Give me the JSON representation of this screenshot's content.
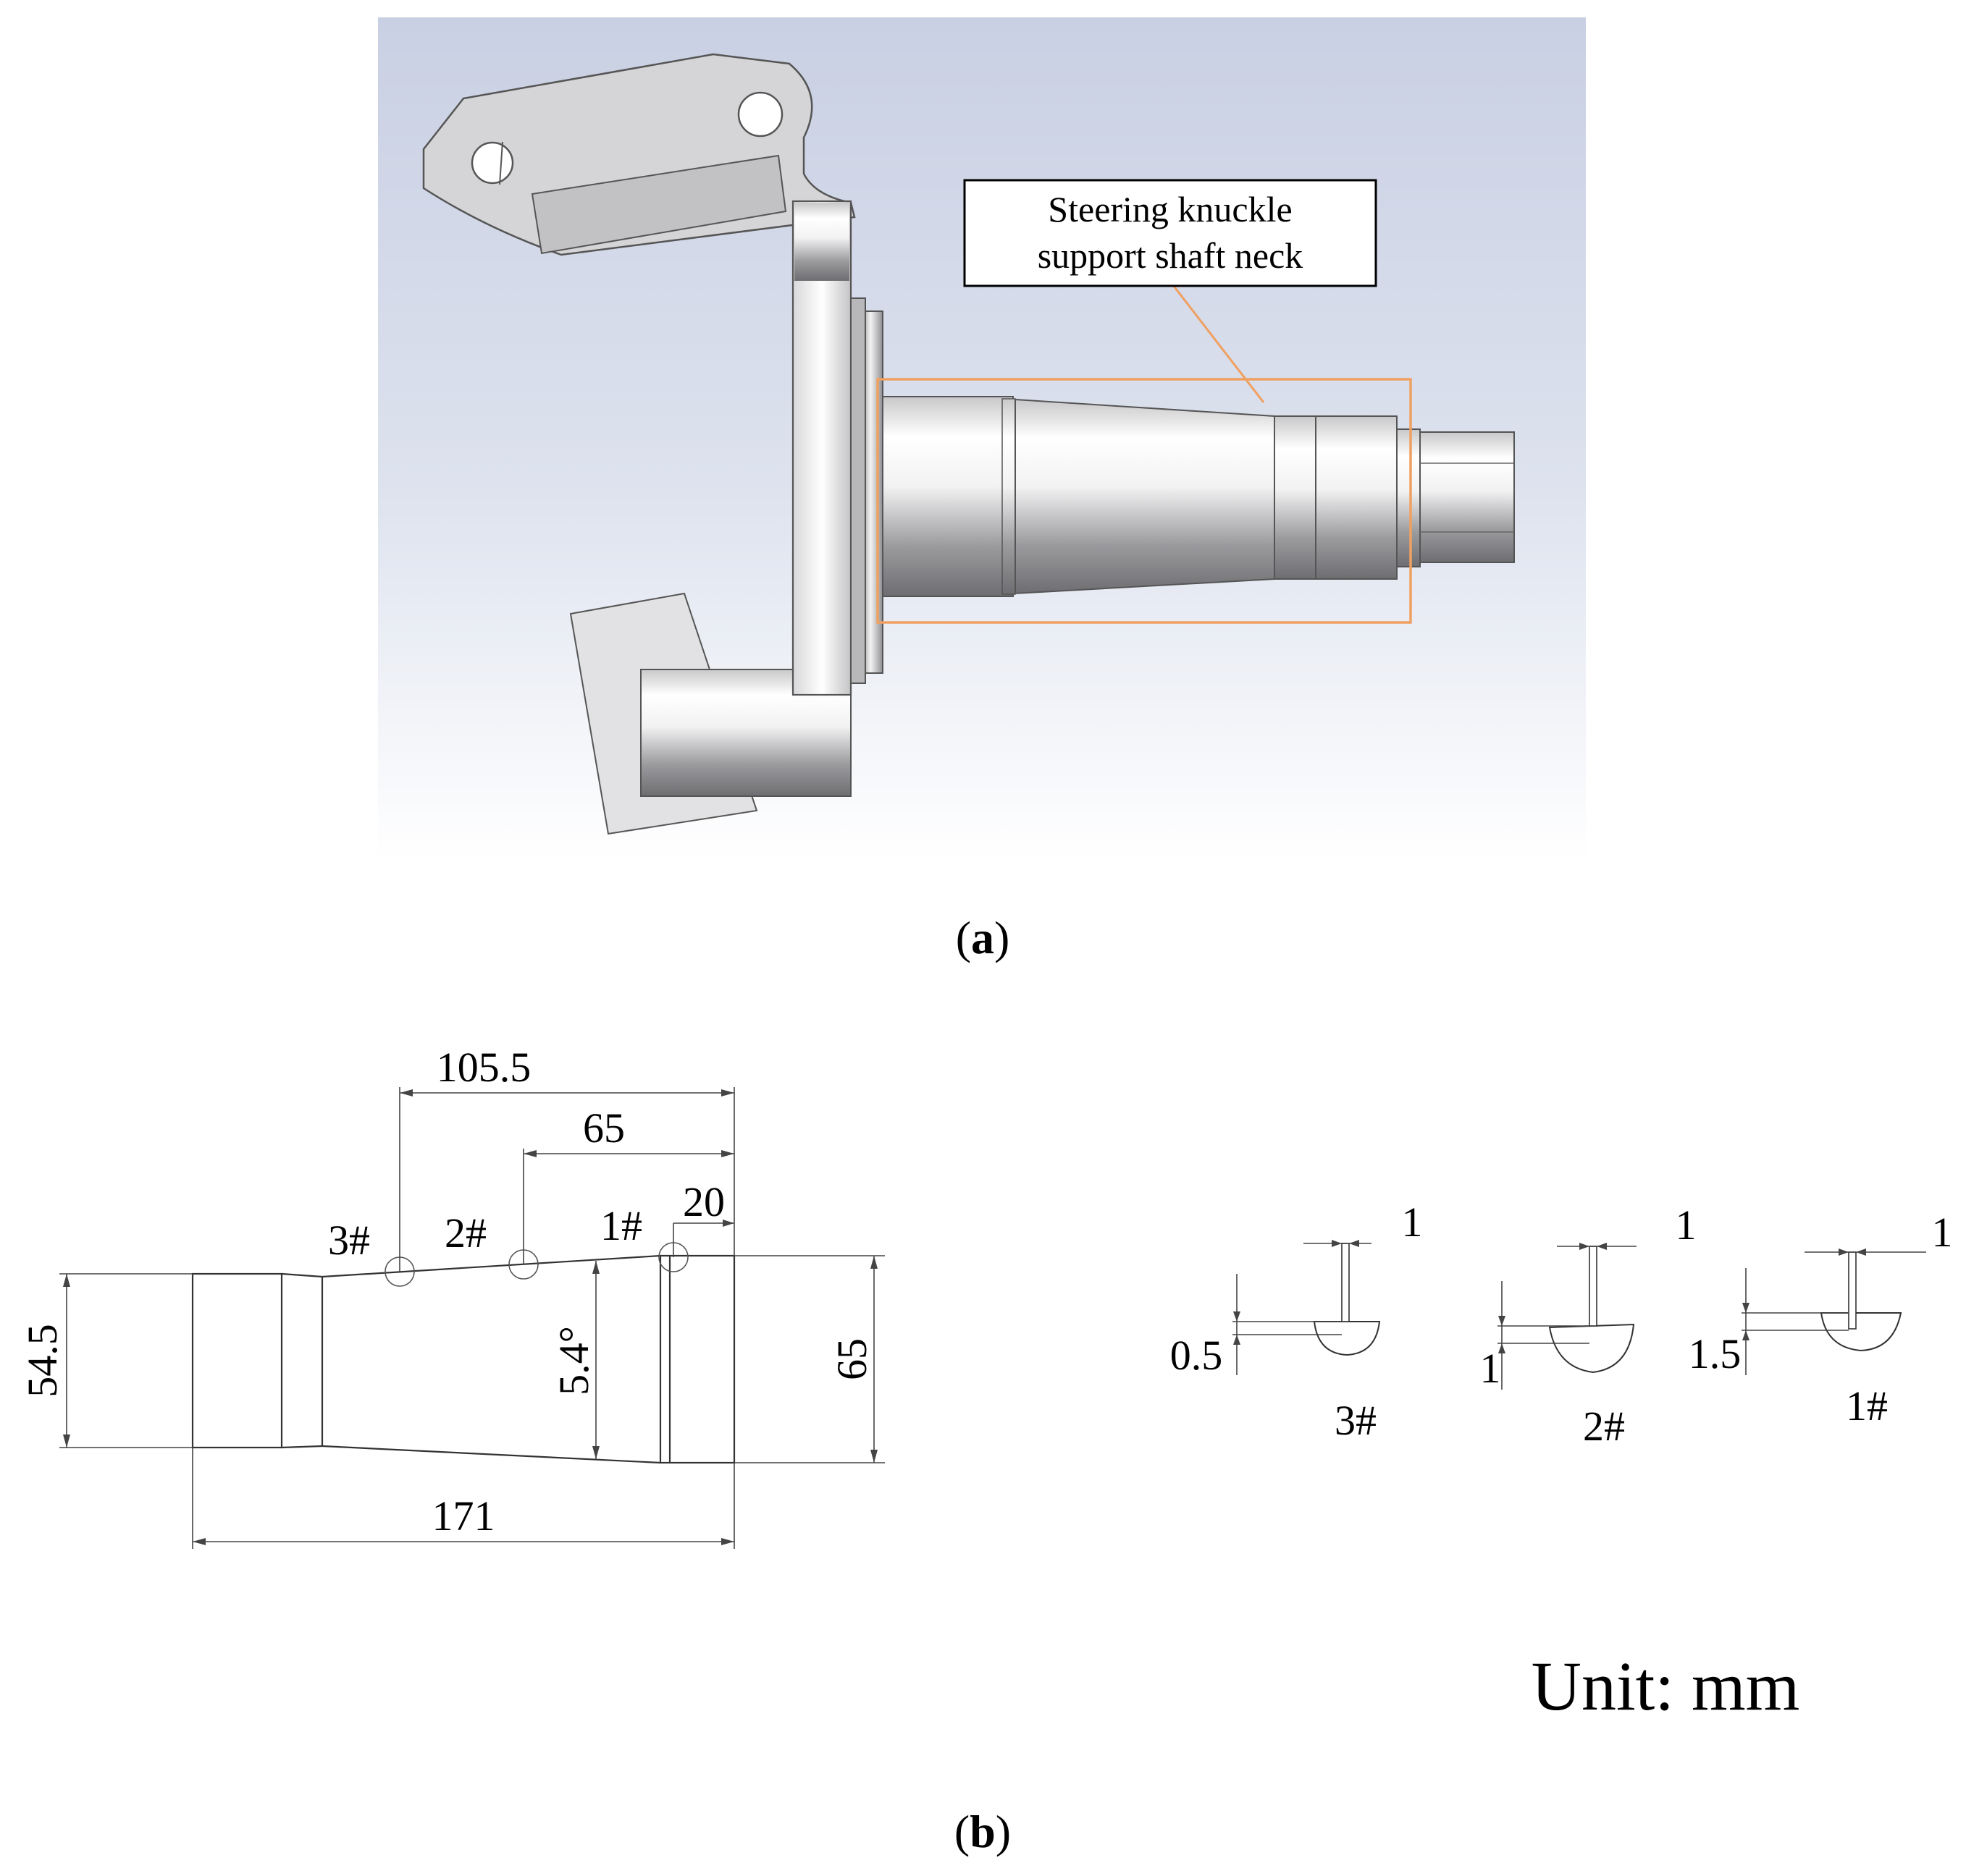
{
  "panel_a": {
    "caption_letter": "a",
    "callout": {
      "line1": "Steering knuckle",
      "line2": "support shaft neck"
    },
    "colors": {
      "highlight_box": "#F0A060",
      "background_gradient_top": "#C9D0E3",
      "background_gradient_bottom": "#FFFFFF"
    }
  },
  "panel_b": {
    "caption_letter": "b",
    "dimensions": {
      "d_105_5": "105.5",
      "d_65_top": "65",
      "d_20": "20",
      "d_171": "171",
      "d_54_5": "54.5",
      "d_65_right": "65",
      "d_angle": "5.4°"
    },
    "positions": {
      "p3": "3#",
      "p2": "2#",
      "p1": "1#"
    },
    "notches": [
      {
        "label": "3#",
        "width": "1",
        "depth": "0.5"
      },
      {
        "label": "2#",
        "width": "1",
        "depth": "1"
      },
      {
        "label": "1#",
        "width": "1",
        "depth": "1.5"
      }
    ],
    "unit": "Unit: mm"
  }
}
